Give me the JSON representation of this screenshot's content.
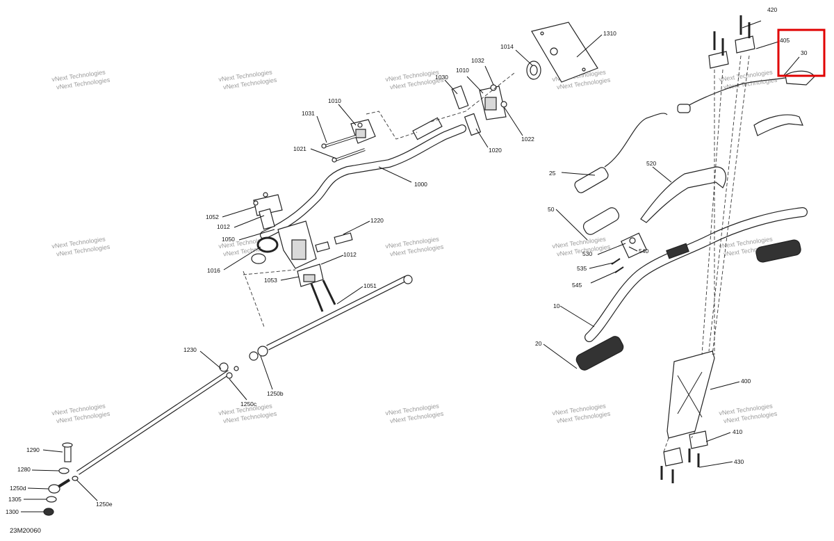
{
  "diagram": {
    "figure_id": "23M20060",
    "watermark_text": "vNext Technologies",
    "highlight_color": "#e00000",
    "callouts": {
      "c420": "420",
      "c405": "405",
      "c30": "30",
      "c1310": "1310",
      "c1014": "1014",
      "c1032": "1032",
      "c1030": "1030",
      "c1010a": "1010",
      "c1010b": "1010",
      "c1031": "1031",
      "c1021": "1021",
      "c1000": "1000",
      "c1020": "1020",
      "c1022": "1022",
      "c25": "25",
      "c520": "520",
      "c50": "50",
      "c1052": "1052",
      "c1012a": "1012",
      "c1050": "1050",
      "c1016": "1016",
      "c1220": "1220",
      "c1012b": "1012",
      "c1053": "1053",
      "c1051": "1051",
      "c530": "530",
      "c540": "540",
      "c535": "535",
      "c545": "545",
      "c10": "10",
      "c20": "20",
      "c400": "400",
      "c1230": "1230",
      "c1250b": "1250b",
      "c1250c": "1250c",
      "c410": "410",
      "c430": "430",
      "c1290": "1290",
      "c1280": "1280",
      "c1250d": "1250d",
      "c1305": "1305",
      "c1300": "1300",
      "c1250e": "1250e"
    }
  }
}
